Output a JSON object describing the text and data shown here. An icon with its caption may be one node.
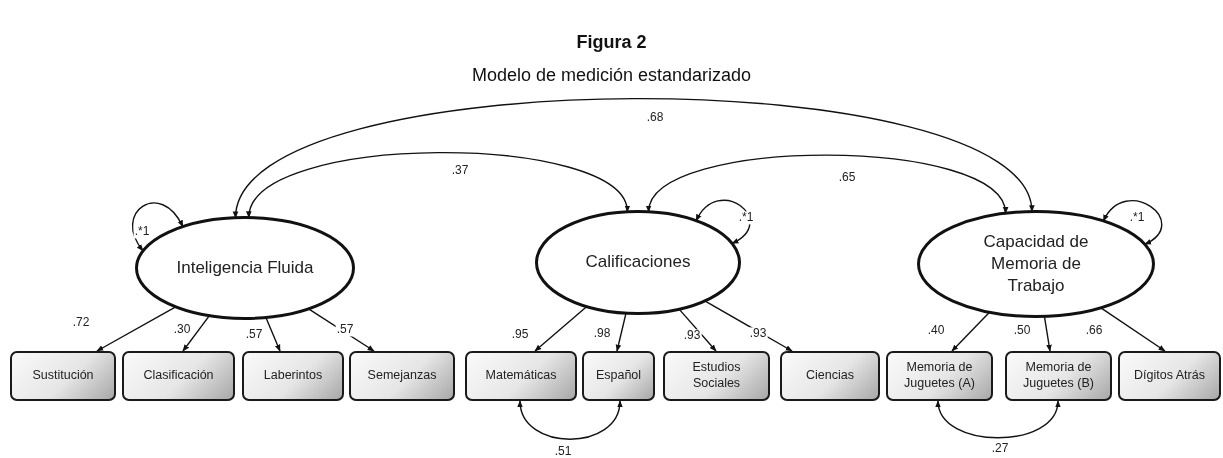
{
  "diagram": {
    "title": "Figura 2",
    "caption": "Modelo de medición estandarizado",
    "nodes": [
      {
        "text": [
          "Inteligencia Fluida"
        ]
      },
      {
        "text": [
          "Calificaciones"
        ]
      },
      {
        "text": [
          "Capacidad de Memoria de Trabajo"
        ]
      },
      {
        "text": [
          "Sustitución"
        ]
      },
      {
        "text": [
          "Clasificación"
        ]
      },
      {
        "text": [
          "Laberintos"
        ]
      },
      {
        "text": [
          "Semejanzas"
        ]
      },
      {
        "text": [
          "Matemáticas"
        ]
      },
      {
        "text": [
          "Español"
        ]
      },
      {
        "text": [
          "Estudios Sociales"
        ]
      },
      {
        "text": [
          "Ciencias"
        ]
      },
      {
        "text": [
          "Memoria de Juguetes (A)"
        ]
      },
      {
        "text": [
          "Memoria de Juguetes (B)"
        ]
      },
      {
        "text": [
          "Dígitos Atrás"
        ]
      }
    ],
    "edges": [
      {
        "from": 0,
        "to": 2,
        "arrow": "both",
        "label": ".68"
      },
      {
        "from": 0,
        "to": 1,
        "arrow": "both",
        "label": ".37"
      },
      {
        "from": 1,
        "to": 2,
        "arrow": "both",
        "label": ".65"
      },
      {
        "from": 0,
        "to": 0,
        "arrow": "both",
        "label": ".*1"
      },
      {
        "from": 1,
        "to": 1,
        "arrow": "both",
        "label": ".*1"
      },
      {
        "from": 2,
        "to": 2,
        "arrow": "both",
        "label": ".*1"
      },
      {
        "from": 0,
        "to": 3,
        "arrow": "to",
        "label": ".72"
      },
      {
        "from": 0,
        "to": 4,
        "arrow": "to",
        "label": ".30"
      },
      {
        "from": 0,
        "to": 5,
        "arrow": "to",
        "label": ".57"
      },
      {
        "from": 0,
        "to": 6,
        "arrow": "to",
        "label": ".57"
      },
      {
        "from": 1,
        "to": 7,
        "arrow": "to",
        "label": ".95"
      },
      {
        "from": 1,
        "to": 8,
        "arrow": "to",
        "label": ".98"
      },
      {
        "from": 1,
        "to": 9,
        "arrow": "to",
        "label": ".93"
      },
      {
        "from": 1,
        "to": 10,
        "arrow": "to",
        "label": ".93"
      },
      {
        "from": 2,
        "to": 11,
        "arrow": "to",
        "label": ".40"
      },
      {
        "from": 2,
        "to": 12,
        "arrow": "to",
        "label": ".50"
      },
      {
        "from": 2,
        "to": 13,
        "arrow": "to",
        "label": ".66"
      },
      {
        "from": 7,
        "to": 8,
        "arrow": "both",
        "label": ".51"
      },
      {
        "from": 11,
        "to": 12,
        "arrow": "both",
        "label": ".27"
      }
    ]
  }
}
